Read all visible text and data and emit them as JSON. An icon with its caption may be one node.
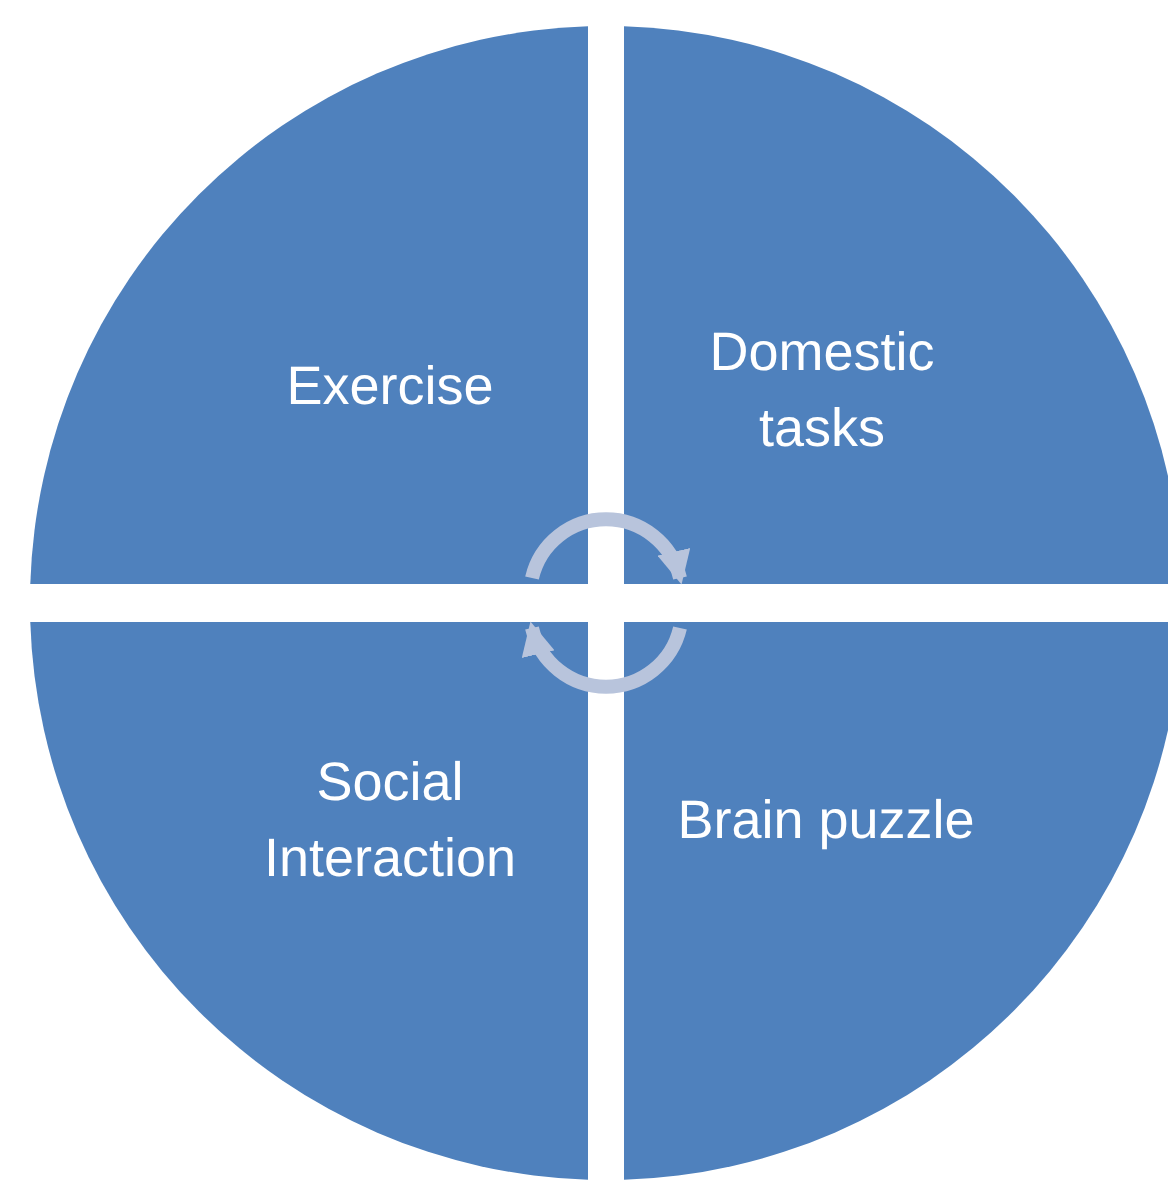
{
  "diagram": {
    "nodes": [
      {
        "text": [
          "Exercise"
        ]
      },
      {
        "text": [
          "Domestic tasks"
        ]
      },
      {
        "text": [
          "Social Interaction"
        ]
      },
      {
        "text": [
          "Brain puzzle"
        ]
      }
    ],
    "edges": [
      {
        "from": 0,
        "to": 1,
        "arrow": "to"
      },
      {
        "from": 3,
        "to": 2,
        "arrow": "to"
      }
    ]
  }
}
